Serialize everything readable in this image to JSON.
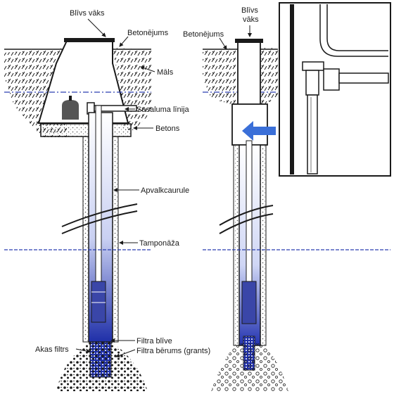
{
  "labels": {
    "blivs_vaks_left": "Blīvs vāks",
    "betonejums_left": "Betonējums",
    "mals": "Māls",
    "sasaluma_linija": "Sasaluma līnija",
    "betons": "Betons",
    "apvalkcaurule": "Apvalkcaurule",
    "tamponaza": "Tamponāža",
    "filtra_blive": "Filtra blīve",
    "akas_filtrs": "Akas filtrs",
    "filtra_berums": "Filtra bērums (grants)",
    "betonejums_right": "Betonējums",
    "blivs_right_line1": "Blīvs",
    "blivs_right_line2": "vāks"
  },
  "colors": {
    "ink": "#1a1a1a",
    "water_blue": "#2a3fb0",
    "frost_line": "#2a3fb0",
    "arrow_blue": "#3a6fd8"
  }
}
